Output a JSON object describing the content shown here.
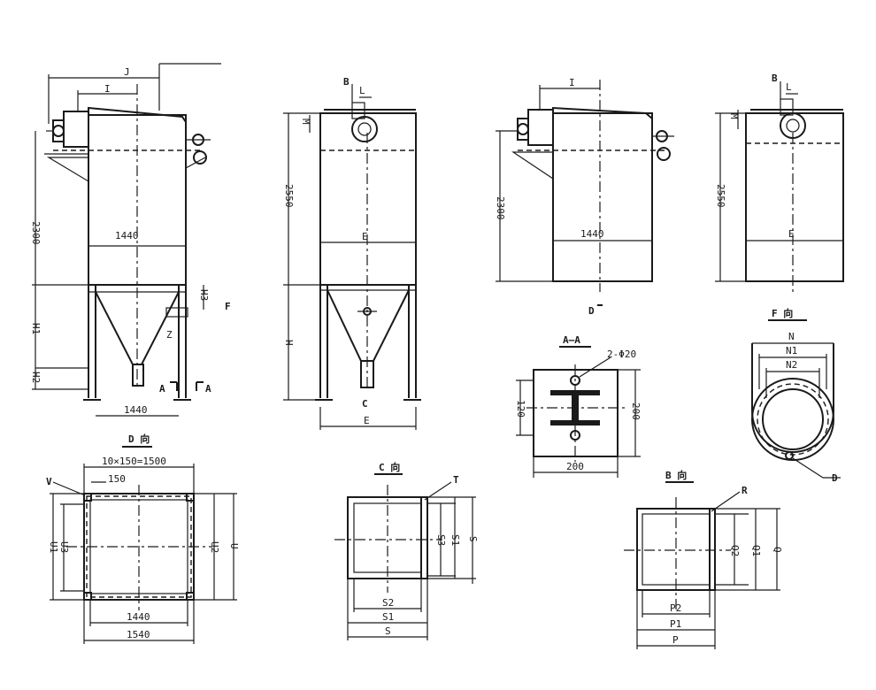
{
  "views": {
    "v1": {
      "J": "J",
      "I": "I",
      "h_main": "2300",
      "w_body": "1440",
      "H1": "H1",
      "H3": "H3",
      "F": "F",
      "Z": "Z",
      "H2": "H2",
      "A_left": "A",
      "A_right": "A",
      "w_base": "1440"
    },
    "v2": {
      "B": "B",
      "L": "L",
      "M": "M",
      "h_main": "2550",
      "E_body": "E",
      "H": "H",
      "C": "C",
      "E_base": "E"
    },
    "v3": {
      "I": "I",
      "h_main": "2300",
      "w_body": "1440",
      "D": "D"
    },
    "v4": {
      "B": "B",
      "L": "L",
      "M": "M",
      "h_main": "2550",
      "E_body": "E"
    },
    "section_aa": {
      "title": "A—A",
      "holes": "2-Φ20",
      "h_inner": "120",
      "h_outer": "200",
      "w": "200"
    },
    "f_view": {
      "title": "F 向",
      "N": "N",
      "N1": "N1",
      "N2": "N2",
      "D": "D"
    },
    "d_view": {
      "title": "D 向",
      "spacing": "10×150=1500",
      "V": "V",
      "pitch": "150",
      "U1": "U1",
      "U3": "U3",
      "U2": "U2",
      "U": "U",
      "w1": "1440",
      "w2": "1540"
    },
    "c_view": {
      "title": "C 向",
      "T": "T",
      "S3": "S3",
      "S1": "S1",
      "S": "S",
      "S2b": "S2",
      "S1b": "S1",
      "Sb": "S"
    },
    "b_view": {
      "title": "B 向",
      "R": "R",
      "Q2": "Q2",
      "Q1": "Q1",
      "Q": "Q",
      "P2": "P2",
      "P1": "P1",
      "P": "P"
    }
  }
}
